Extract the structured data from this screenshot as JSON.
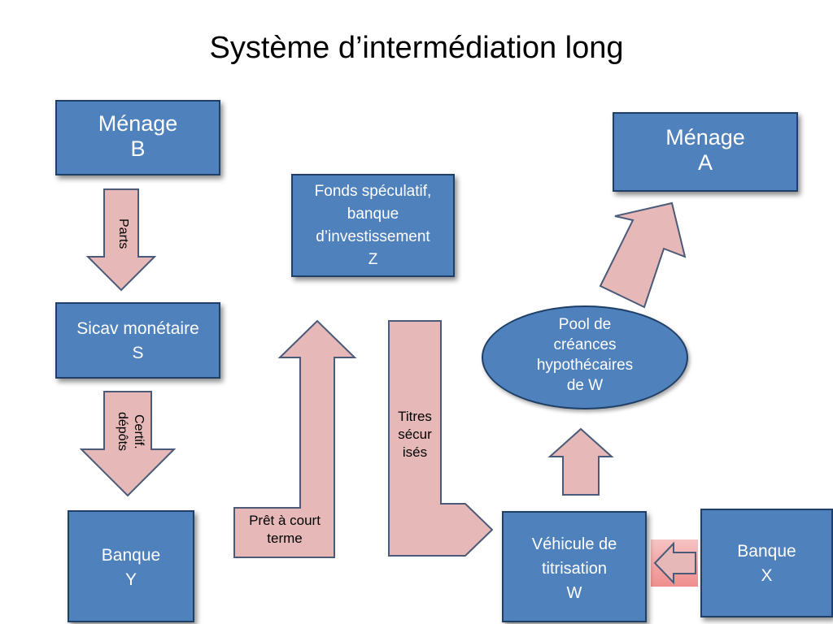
{
  "title": "Système d’intermédiation long",
  "nodes": {
    "menage_b": {
      "line1": "Ménage",
      "line2": "B"
    },
    "menage_a": {
      "line1": "Ménage",
      "line2": "A"
    },
    "fonds": {
      "line1": "Fonds spéculatif,",
      "line2": "banque",
      "line3": "d’investissement",
      "line4": "Z"
    },
    "sicav": {
      "line1": "Sicav monétaire",
      "line2": "S"
    },
    "pool": {
      "line1": "Pool de",
      "line2": "créances",
      "line3": "hypothécaires",
      "line4": "de W"
    },
    "banque_y": {
      "line1": "Banque",
      "line2": "Y"
    },
    "vehicule": {
      "line1": "Véhicule de",
      "line2": "titrisation",
      "line3": "W"
    },
    "banque_x": {
      "line1": "Banque",
      "line2": "X"
    }
  },
  "arrows": {
    "parts": "Parts",
    "certif_line1": "Certif.",
    "certif_line2": "dépôts",
    "pret_line1": "Prêt à court",
    "pret_line2": "terme",
    "titres_line1": "Titres",
    "titres_line2": "sécur",
    "titres_line3": "isés"
  },
  "colors": {
    "box_fill": "#4f81bd",
    "box_border": "#1f3f66",
    "arrow_fill": "#e6b9b8",
    "arrow_border": "#4a5a78"
  }
}
